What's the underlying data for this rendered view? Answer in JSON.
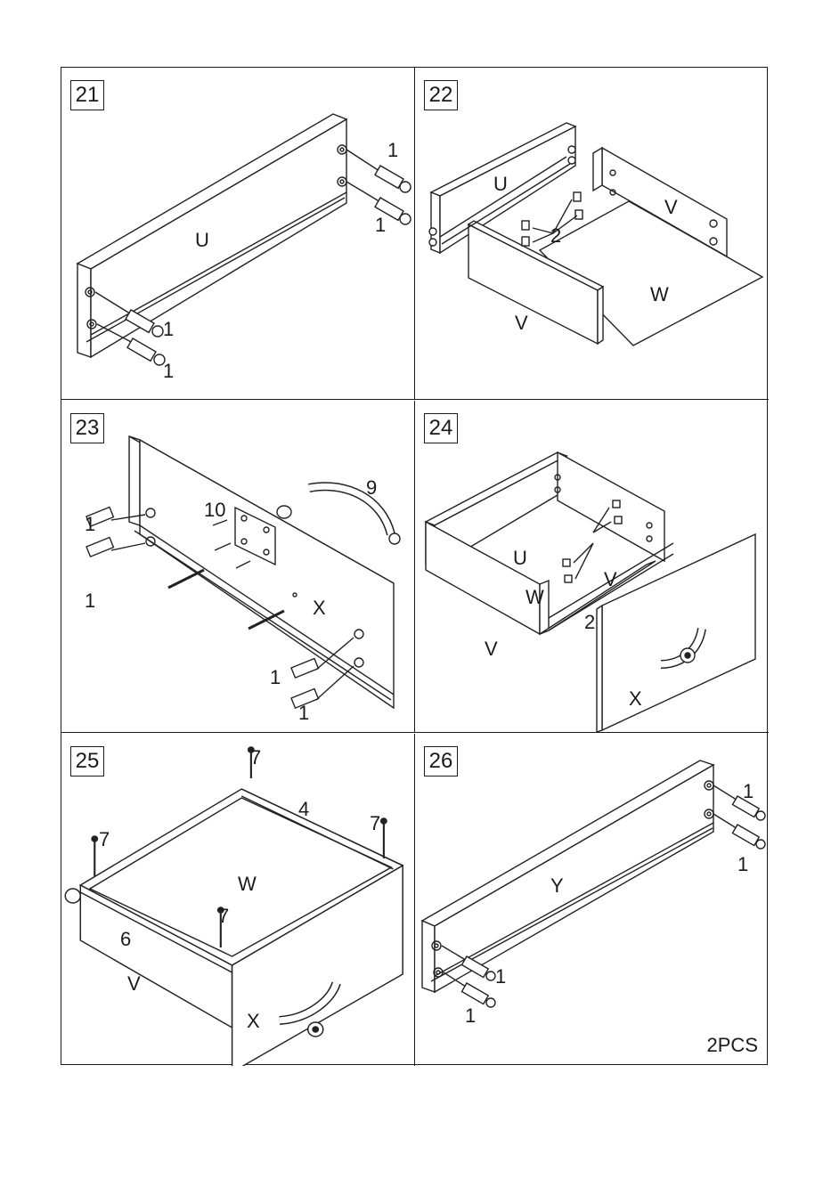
{
  "steps": [
    {
      "number": "21",
      "labels": {
        "panel": "U",
        "p1": "1",
        "p2": "1",
        "p3": "1",
        "p4": "1"
      }
    },
    {
      "number": "22",
      "labels": {
        "u": "U",
        "v1": "V",
        "v2": "V",
        "w": "W",
        "cam": "2"
      }
    },
    {
      "number": "23",
      "labels": {
        "handle": "9",
        "plate": "10",
        "x": "X",
        "p1": "1",
        "p2": "1",
        "p3": "1",
        "p4": "1"
      }
    },
    {
      "number": "24",
      "labels": {
        "u": "U",
        "w": "W",
        "v1": "V",
        "v2": "V",
        "cam": "2",
        "x": "X"
      }
    },
    {
      "number": "25",
      "labels": {
        "screw1": "7",
        "screw2": "7",
        "screw3": "7",
        "screw4": "7",
        "rail": "4",
        "runner": "6",
        "w": "W",
        "v": "V",
        "x": "X"
      }
    },
    {
      "number": "26",
      "labels": {
        "y": "Y",
        "p1": "1",
        "p2": "1",
        "p3": "1",
        "p4": "1"
      },
      "quantity_note": "2PCS"
    }
  ]
}
